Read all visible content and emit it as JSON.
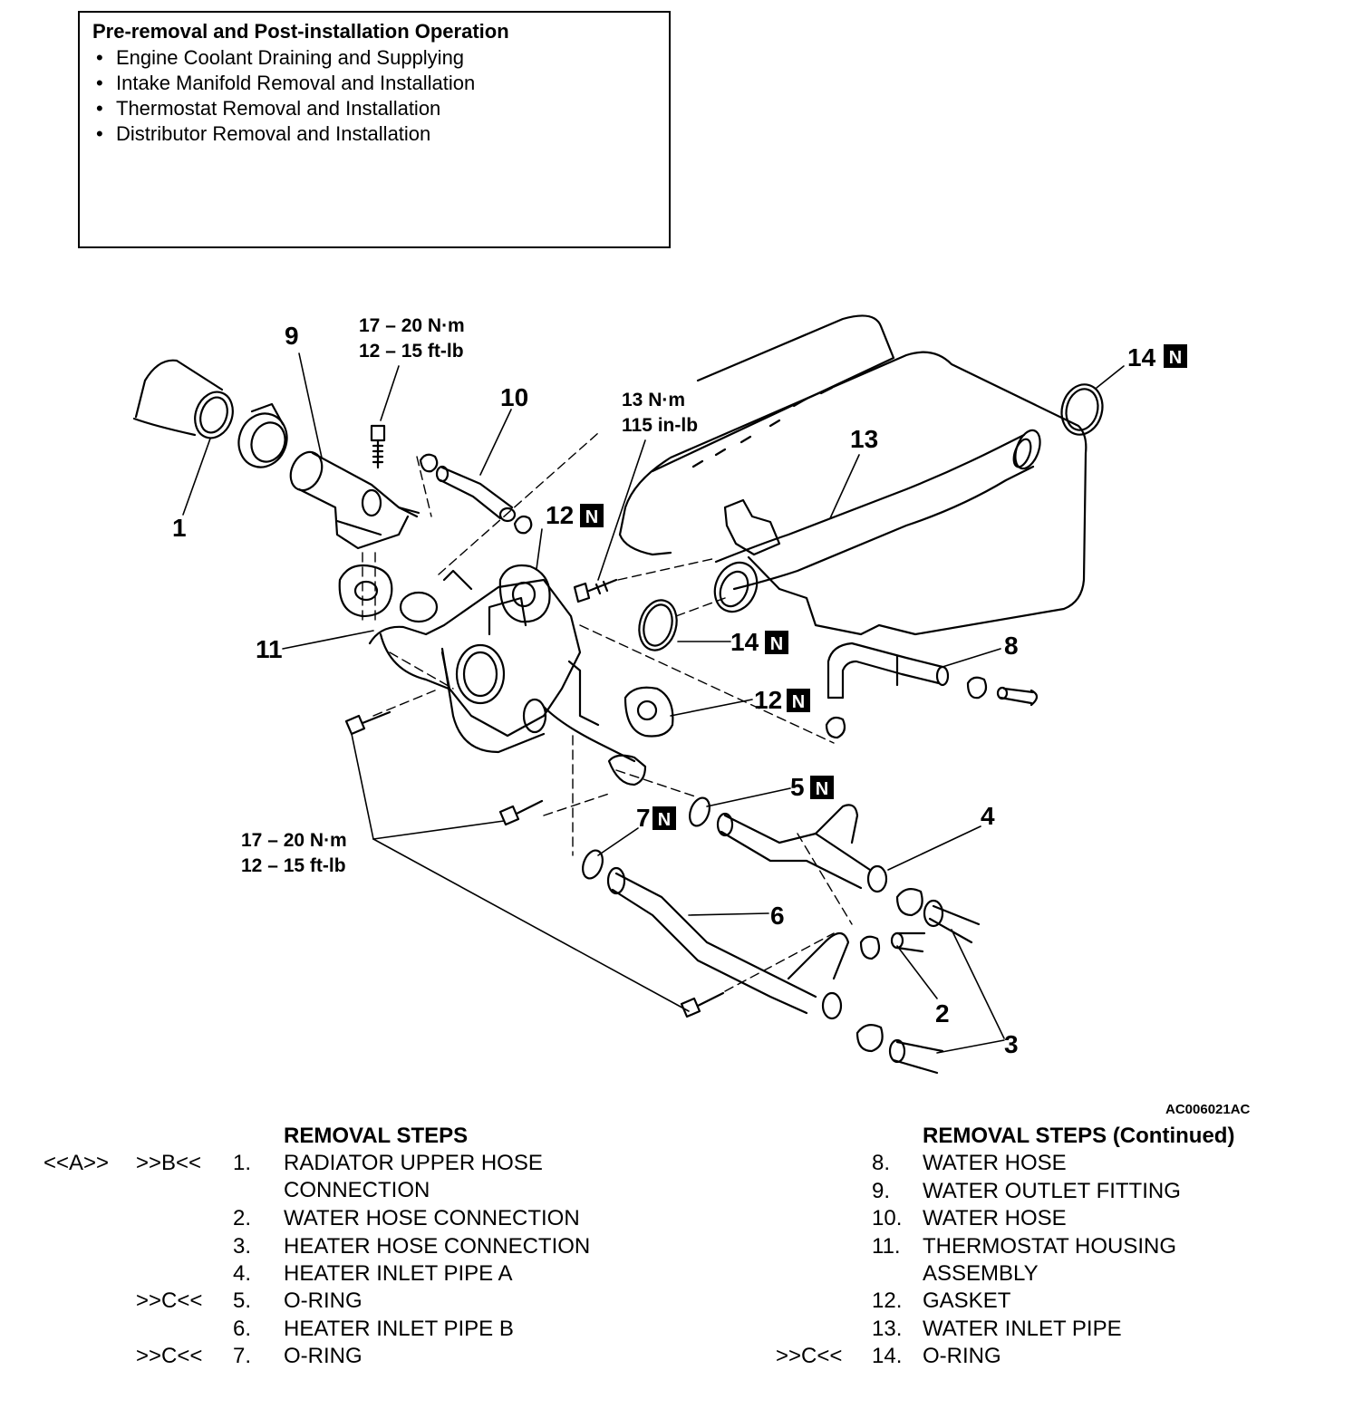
{
  "preop": {
    "title": "Pre-removal and Post-installation Operation",
    "items": [
      "Engine Coolant Draining and Supplying",
      "Intake Manifold Removal and Installation",
      "Thermostat Removal and Installation",
      "Distributor Removal and Installation"
    ]
  },
  "diagram": {
    "labels": {
      "l1": "1",
      "l2": "2",
      "l3": "3",
      "l4": "4",
      "l5": "5",
      "l6": "6",
      "l7": "7",
      "l8": "8",
      "l9": "9",
      "l10": "10",
      "l11": "11",
      "l12a": "12",
      "l12b": "12",
      "l13": "13",
      "l14a": "14",
      "l14b": "14",
      "n": "N"
    },
    "torque": {
      "top_nm": "17 – 20 N·m",
      "top_ftlb": "12 – 15 ft-lb",
      "mid_nm": "13 N·m",
      "mid_inlb": "115 in-lb",
      "bot_nm": "17 – 20 N·m",
      "bot_ftlb": "12 – 15 ft-lb"
    },
    "figure_code": "AC006021AC"
  },
  "steps": {
    "left_header": "REMOVAL STEPS",
    "right_header": "REMOVAL STEPS (Continued)",
    "left": [
      {
        "m1": "<<A>>",
        "m2": ">>B<<",
        "num": "1.",
        "text": "RADIATOR UPPER HOSE"
      },
      {
        "m1": "",
        "m2": "",
        "num": "",
        "text": "CONNECTION"
      },
      {
        "m1": "",
        "m2": "",
        "num": "2.",
        "text": "WATER HOSE CONNECTION"
      },
      {
        "m1": "",
        "m2": "",
        "num": "3.",
        "text": "HEATER HOSE CONNECTION"
      },
      {
        "m1": "",
        "m2": "",
        "num": "4.",
        "text": "HEATER INLET PIPE A"
      },
      {
        "m1": "",
        "m2": ">>C<<",
        "num": "5.",
        "text": "O-RING"
      },
      {
        "m1": "",
        "m2": "",
        "num": "6.",
        "text": "HEATER INLET PIPE B"
      },
      {
        "m1": "",
        "m2": ">>C<<",
        "num": "7.",
        "text": "O-RING"
      }
    ],
    "right": [
      {
        "m": "",
        "num": "8.",
        "text": "WATER HOSE"
      },
      {
        "m": "",
        "num": "9.",
        "text": "WATER OUTLET FITTING"
      },
      {
        "m": "",
        "num": "10.",
        "text": "WATER HOSE"
      },
      {
        "m": "",
        "num": "11.",
        "text": "THERMOSTAT HOUSING"
      },
      {
        "m": "",
        "num": "",
        "text": "ASSEMBLY"
      },
      {
        "m": "",
        "num": "12.",
        "text": "GASKET"
      },
      {
        "m": "",
        "num": "13.",
        "text": "WATER INLET PIPE"
      },
      {
        "m": ">>C<<",
        "num": "14.",
        "text": "O-RING"
      }
    ]
  },
  "colors": {
    "ink": "#000000",
    "paper": "#ffffff"
  }
}
